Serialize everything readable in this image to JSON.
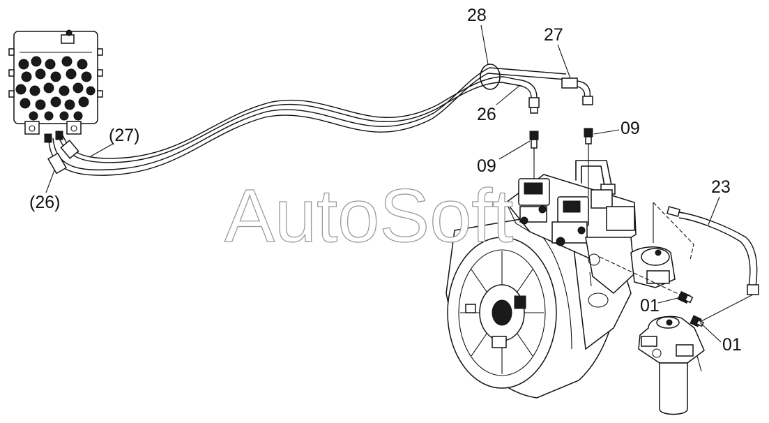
{
  "watermark": "AutoSoft",
  "callouts": [
    {
      "id": "c-28",
      "text": "28"
    },
    {
      "id": "c-27",
      "text": "27"
    },
    {
      "id": "c-26",
      "text": "26"
    },
    {
      "id": "c-09-right",
      "text": "09"
    },
    {
      "id": "c-09-left",
      "text": "09"
    },
    {
      "id": "c-27-ref",
      "text": "(27)"
    },
    {
      "id": "c-26-ref",
      "text": "(26)"
    },
    {
      "id": "c-23",
      "text": "23"
    },
    {
      "id": "c-01-upper",
      "text": "01"
    },
    {
      "id": "c-01-lower",
      "text": "01"
    }
  ]
}
